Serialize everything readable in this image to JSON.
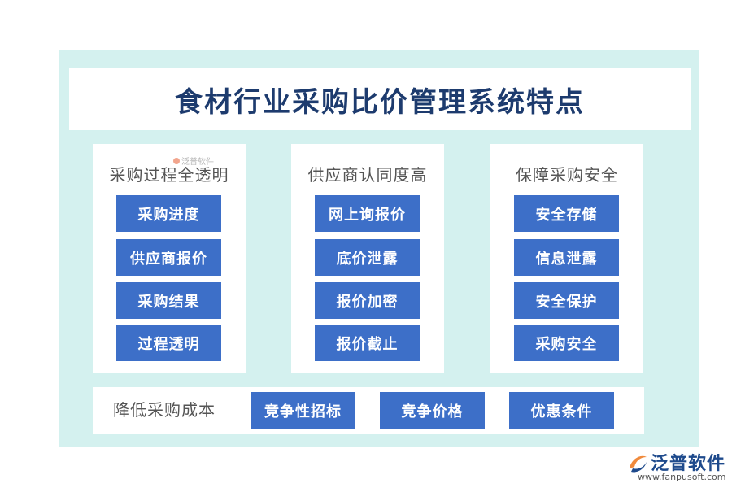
{
  "title": "食材行业采购比价管理系统特点",
  "columns": [
    {
      "heading": "采购过程全透明",
      "items": [
        "采购进度",
        "供应商报价",
        "采购结果",
        "过程透明"
      ]
    },
    {
      "heading": "供应商认同度高",
      "items": [
        "网上询报价",
        "底价泄露",
        "报价加密",
        "报价截止"
      ]
    },
    {
      "heading": "保障采购安全",
      "items": [
        "安全存储",
        "信息泄露",
        "安全保护",
        "采购安全"
      ]
    }
  ],
  "bottom": {
    "label": "降低采购成本",
    "items": [
      "竞争性招标",
      "竞争价格",
      "优惠条件"
    ]
  },
  "watermark": "泛普软件",
  "logo": {
    "name": "泛普软件",
    "url": "www.fanpusoft.com"
  },
  "colors": {
    "frame": "#d4f1ef",
    "button": "#3d6fc8",
    "title": "#1d3b6e"
  }
}
